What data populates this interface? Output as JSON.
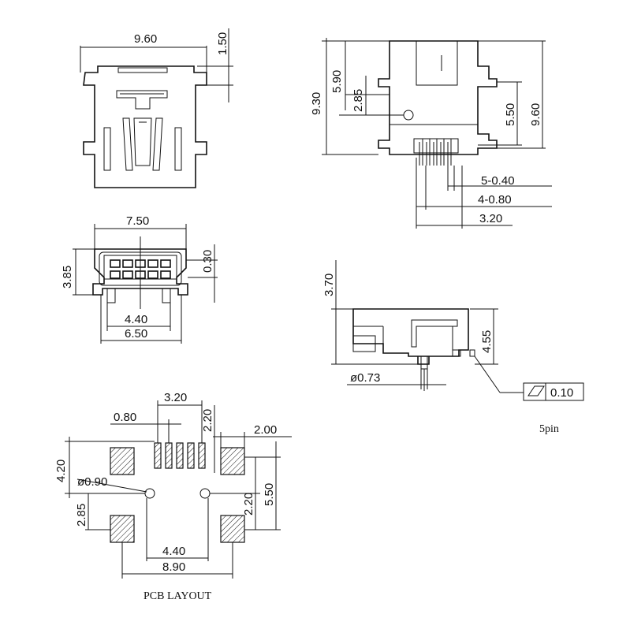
{
  "top_view": {
    "width": "9.60",
    "height": "1.50"
  },
  "side_view": {
    "overall": "9.30",
    "upper": "5.90",
    "mid": "2.85",
    "right_inner": "5.50",
    "right_outer": "9.60",
    "pin_width": "5-0.40",
    "pitch": "4-0.80",
    "span": "3.20"
  },
  "front_view": {
    "width": "7.50",
    "height": "3.85",
    "offset": "0.30",
    "inner": "4.40",
    "outer": "6.50"
  },
  "profile_view": {
    "height": "3.70",
    "body": "4.55",
    "peg": "ø0.73",
    "flatness": "0.10"
  },
  "pin_count": "5pin",
  "pcb_layout": {
    "title": "PCB LAYOUT",
    "pitch": "0.80",
    "span": "3.20",
    "pad_height": "2.20",
    "pad_width": "2.00",
    "height_left": "4.20",
    "hole": "ø0.90",
    "lower_left": "2.85",
    "right_inner": "2.20",
    "right_outer": "5.50",
    "inner_width": "4.40",
    "outer_width": "8.90"
  }
}
